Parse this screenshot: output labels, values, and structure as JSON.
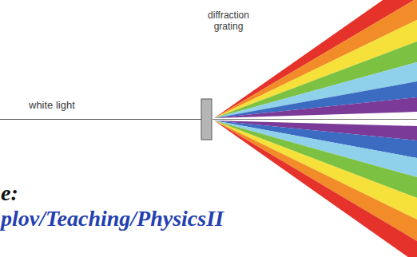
{
  "diagram": {
    "labels": [
      "diffraction grating",
      "white light",
      "e:",
      "plov/Teaching/PhysicsII"
    ]
  }
}
